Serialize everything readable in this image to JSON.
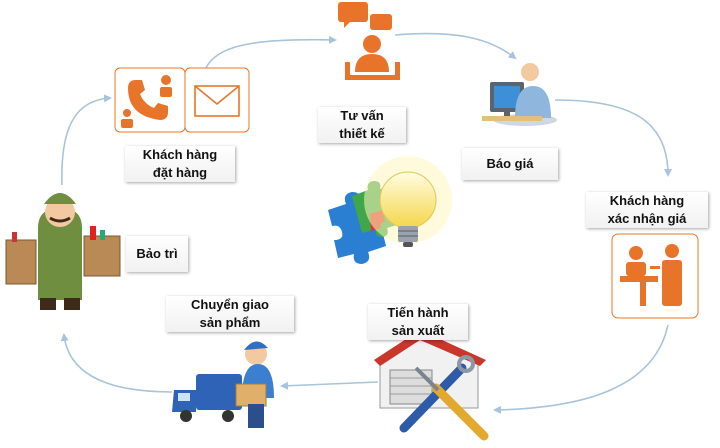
{
  "colors": {
    "orange": "#e8742a",
    "arrow": "#a7c4dc",
    "label_text": "#111111"
  },
  "steps": [
    {
      "id": "order",
      "label": "Khách hàng\nđặt hàng",
      "icons": [
        "phone-person-icon",
        "envelope-icon"
      ]
    },
    {
      "id": "consult",
      "label": "Tư vấn\nthiết kế",
      "icons": [
        "consultant-speech-icon"
      ]
    },
    {
      "id": "quote",
      "label": "Báo giá",
      "icons": [
        "computer-worker-icon"
      ]
    },
    {
      "id": "confirm",
      "label": "Khách hàng\nxác nhận giá",
      "icons": [
        "counter-meeting-icon"
      ]
    },
    {
      "id": "produce",
      "label": "Tiến hành\nsản xuất",
      "icons": [
        "factory-tools-icon"
      ]
    },
    {
      "id": "deliver",
      "label": "Chuyển giao\nsản phẩm",
      "icons": [
        "delivery-truck-icon"
      ]
    },
    {
      "id": "maintain",
      "label": "Bảo trì",
      "icons": [
        "mechanic-icon"
      ]
    }
  ],
  "center": {
    "icons": [
      "puzzle-pieces-icon",
      "light-bulb-icon"
    ]
  }
}
